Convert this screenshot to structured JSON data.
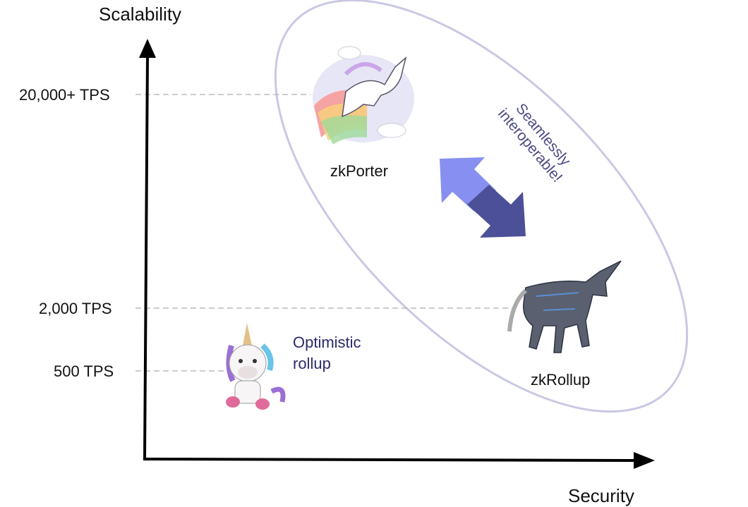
{
  "axes": {
    "y_label": "Scalability",
    "x_label": "Security"
  },
  "ticks": [
    "20,000+ TPS",
    "2,000 TPS",
    "500 TPS"
  ],
  "items": {
    "zkporter": "zkPorter",
    "zkrollup": "zkRollup",
    "optimistic_line1": "Optimistic",
    "optimistic_line2": "rollup"
  },
  "callout": {
    "line1": "Seamlessly",
    "line2": "interoperable!"
  },
  "colors": {
    "ellipse": "#c9c8e4",
    "arrow_light": "#8790f0",
    "arrow_dark": "#4b5098",
    "text_navy": "#2b2a6b"
  }
}
